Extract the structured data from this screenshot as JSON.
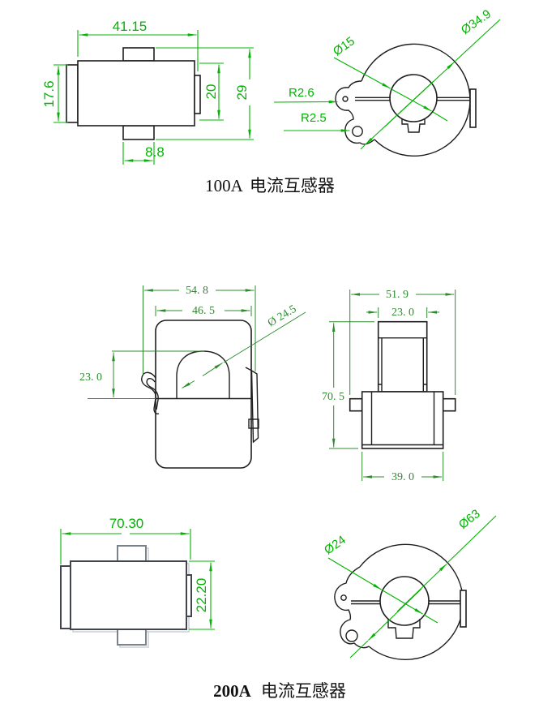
{
  "doc_type": "dimension-drawing",
  "colors": {
    "dim_bright_green": "#00b400",
    "dim_dark_green": "#2e8b2e",
    "outline_black": "#1e1e1e",
    "outline_gray": "#41464e"
  },
  "captions": {
    "c100": {
      "model": "100A",
      "name": "电流互感器"
    },
    "c200": {
      "model": "200A",
      "name": "电流互感器"
    }
  },
  "views": {
    "a_top": {
      "dim_width": "41.15",
      "dim_height": "17.6",
      "dim_inner": "20",
      "dim_total": "29",
      "dim_tab": "8.8"
    },
    "a_front": {
      "dim_bore": "Ø15",
      "dim_od": "Ø34.9",
      "dim_r1": "R2.6",
      "dim_r2": "R2.5"
    },
    "b_front": {
      "dim_outer_w": "54. 8",
      "dim_inner_w": "46. 5",
      "dim_h": "23. 0",
      "dim_bore": "Ø 24.5"
    },
    "b_side": {
      "dim_top_w": "51. 9",
      "dim_tower_w": "23. 0",
      "dim_h": "70. 5",
      "dim_base_w": "39. 0"
    },
    "b_top": {
      "dim_width": "70.30",
      "dim_height": "22.20"
    },
    "b_front2": {
      "dim_bore": "Ø24",
      "dim_od": "Ø63"
    }
  }
}
